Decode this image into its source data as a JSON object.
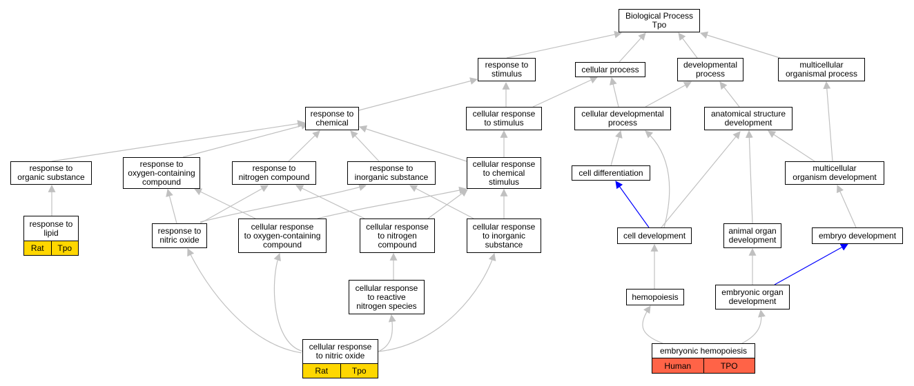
{
  "colors": {
    "edge": "#c0c0c0",
    "highlight_edge": "#0000ff",
    "rat_badge": "#ffd700",
    "human_badge": "#ff6347"
  },
  "nodes": {
    "bp": "Biological Process\nTpo",
    "stim": "response to\nstimulus",
    "cellproc": "cellular process",
    "devproc": "developmental\nprocess",
    "multiproc": "multicellular\norganismal process",
    "chem": "response to\nchemical",
    "cellstim": "cellular response\nto stimulus",
    "celldevproc": "cellular developmental\nprocess",
    "anat": "anatomical structure\ndevelopment",
    "organic": "response to\norganic substance",
    "oxy": "response to\noxygen-containing\ncompound",
    "nitro": "response to\nnitrogen compound",
    "inorg": "response to\ninorganic substance",
    "cellchem": "cellular response\nto chemical\nstimulus",
    "celldiff": "cell differentiation",
    "multidev": "multicellular\norganism development",
    "lipid": "response to\nlipid",
    "no": "response to\nnitric oxide",
    "celloxy": "cellular response\nto oxygen-containing\ncompound",
    "cellnitro": "cellular response\nto nitrogen\ncompound",
    "cellinorg": "cellular response\nto inorganic\nsubstance",
    "celldev": "cell development",
    "animal": "animal organ\ndevelopment",
    "embryo": "embryo development",
    "reactive": "cellular response\nto reactive\nnitrogen species",
    "hemo": "hemopoiesis",
    "embryoorgan": "embryonic organ\ndevelopment",
    "cellno": "cellular response\nto nitric oxide",
    "embhemo": "embryonic hemopoiesis"
  },
  "badges": {
    "lipid": [
      "Rat",
      "Tpo"
    ],
    "cellno": [
      "Rat",
      "Tpo"
    ],
    "embhemo": [
      "Human",
      "TPO"
    ]
  }
}
